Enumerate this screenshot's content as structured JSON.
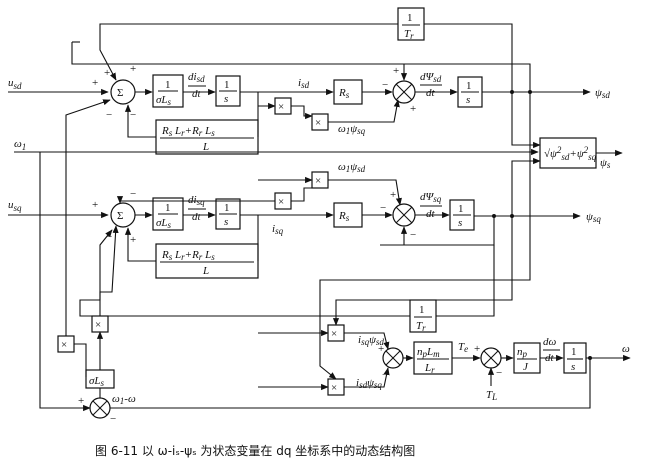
{
  "caption": {
    "text": "图 6-11   以 ω-iₛ-ψₛ 为状态变量在 dq 坐标系中的动态结构图"
  },
  "inputs": {
    "usd": "u",
    "usd_sub": "sd",
    "w1": "ω",
    "w1_sub": "1",
    "usq": "u",
    "usq_sub": "sq",
    "TL": "T",
    "TL_sub": "L"
  },
  "outputs": {
    "psi_sd": "ψsd",
    "psi_sq": "ψsq",
    "psi_s": "ψs",
    "omega": "ω"
  },
  "blocks": {
    "inv_Tr": "1/Tr",
    "inv_sigmaLs": "1/σLs",
    "integrator": "1/s",
    "Rs": "Rs",
    "feedback_gain": "(RsLr+RrLs)/L",
    "sqrt": "√(ψsd²+ψsq²)",
    "sigmaLs": "σLs",
    "torque_gain": "npLm/Lr",
    "np_J": "np/J",
    "multiplier": "×"
  },
  "signals": {
    "d_isd": "disd/dt",
    "d_psi_sd": "dΨsd/dt",
    "d_isq": "disq/dt",
    "d_psi_sq": "dΨsq/dt",
    "isd": "isd",
    "isq": "isq",
    "w1_psisq": "ω1ψsq",
    "w1_psisd": "ω1ψsd",
    "isq_psisd": "isqψsd",
    "isd_psisq": "isdψsq",
    "Te": "Te",
    "d_omega": "dω/dt",
    "w1_minus_w": "ω1-ω"
  }
}
